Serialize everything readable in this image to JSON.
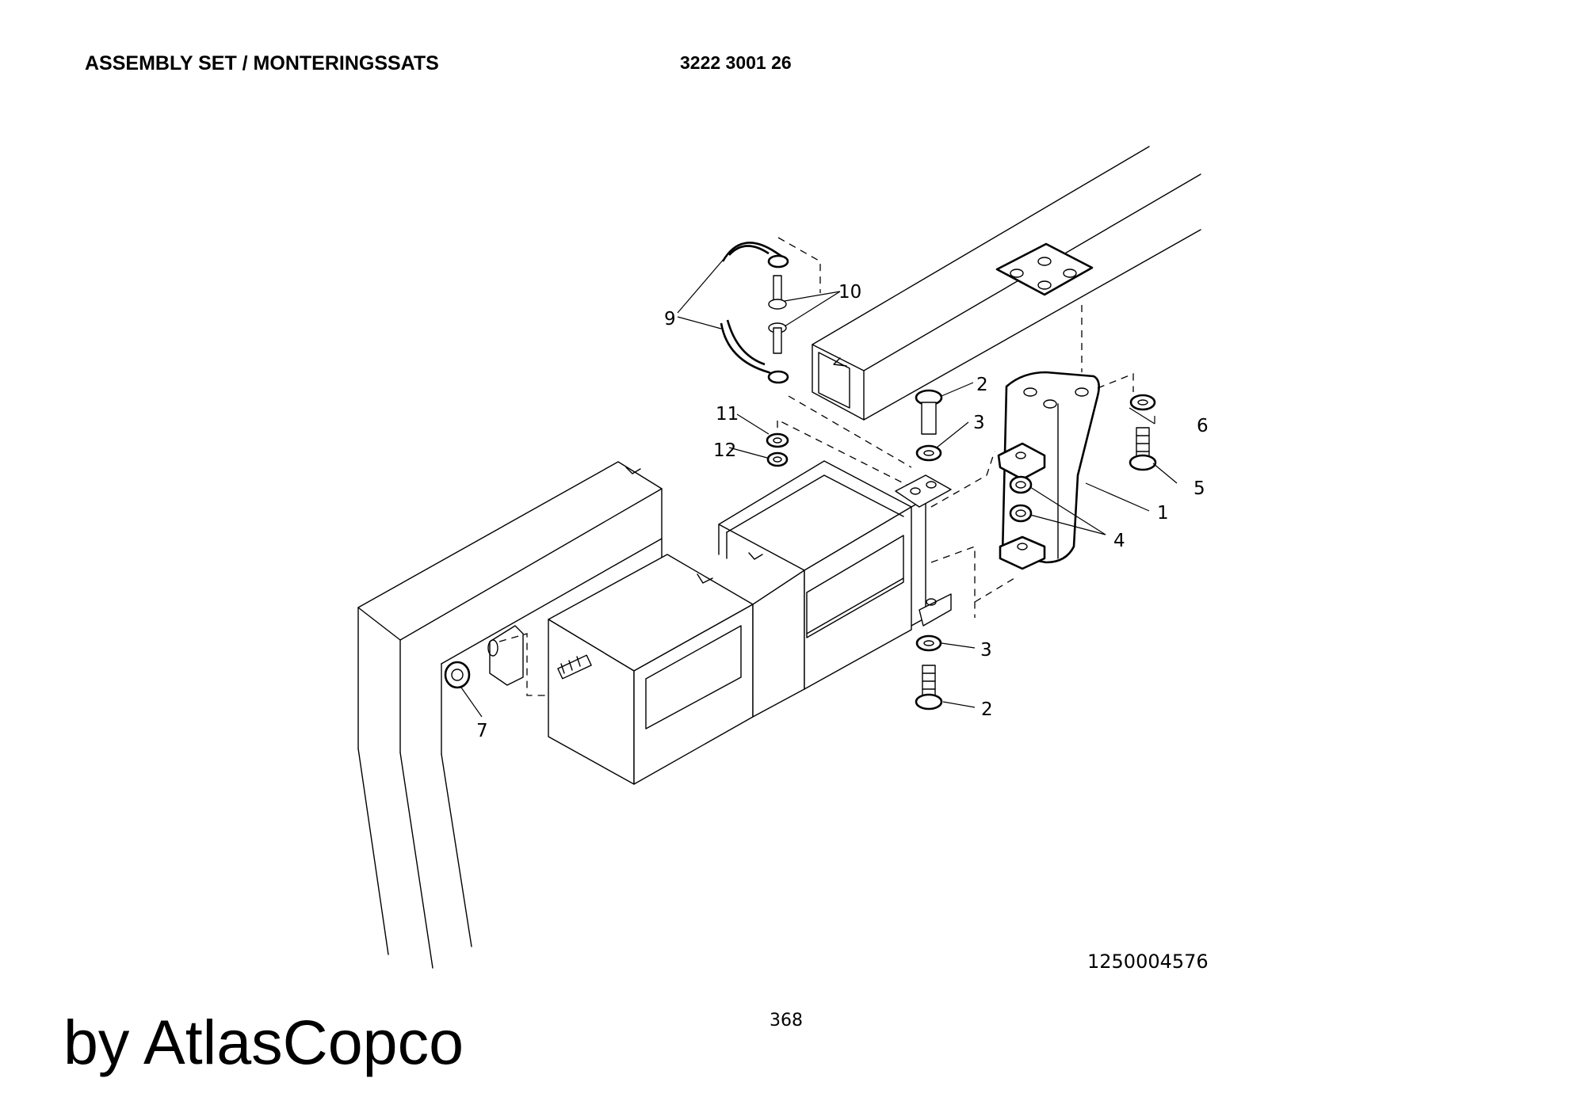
{
  "header": {
    "title": "ASSEMBLY SET / MONTERINGSSATS",
    "part_number": "3222 3001 26"
  },
  "callouts": {
    "c1": "1",
    "c2a": "2",
    "c2b": "2",
    "c3a": "3",
    "c3b": "3",
    "c4": "4",
    "c5": "5",
    "c6": "6",
    "c7": "7",
    "c9": "9",
    "c10": "10",
    "c11": "11",
    "c12": "12"
  },
  "drawing_number": "1250004576",
  "page_number": "368",
  "watermark": "by AtlasCopco"
}
